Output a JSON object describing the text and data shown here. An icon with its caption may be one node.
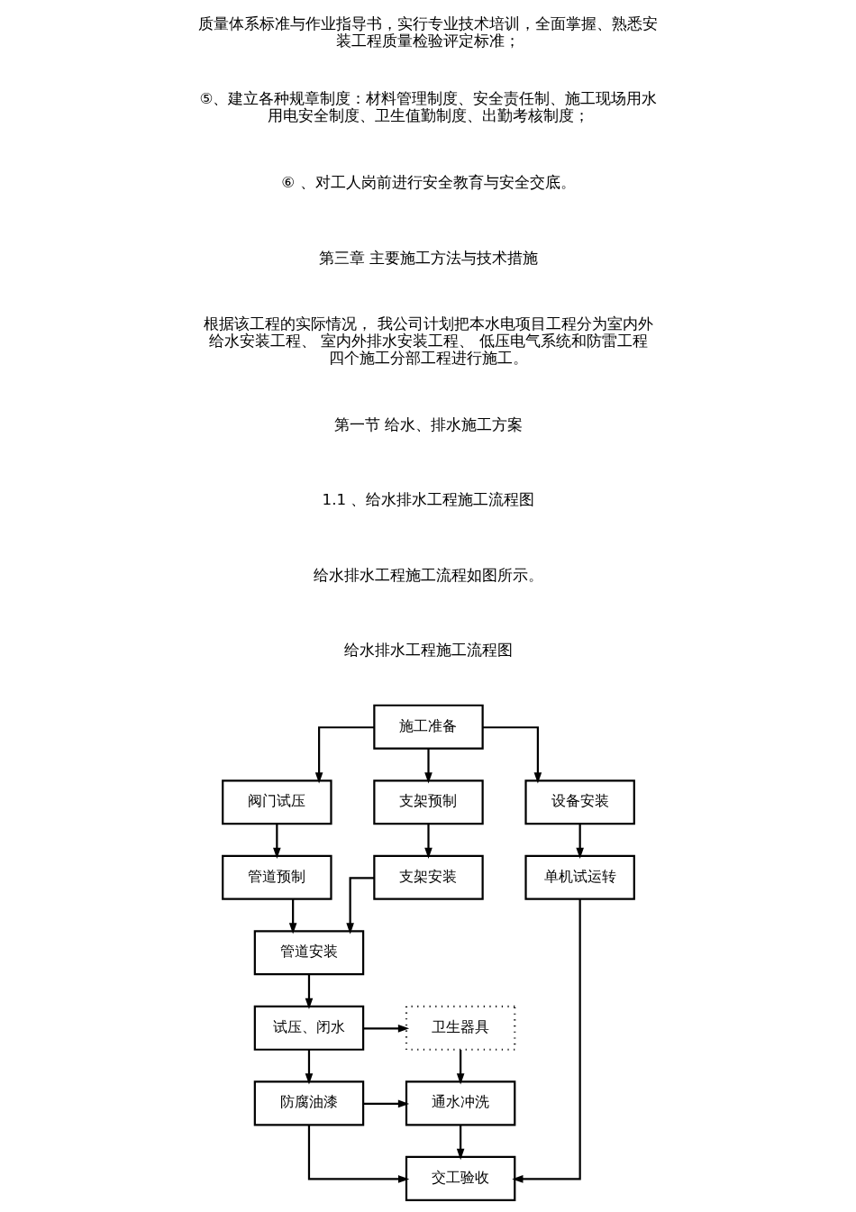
{
  "diagram": {
    "nodes": [
      {
        "text": [
          "施工准备"
        ]
      },
      {
        "text": [
          "阀门试压"
        ]
      },
      {
        "text": [
          "支架预制"
        ]
      },
      {
        "text": [
          "设备安装"
        ]
      },
      {
        "text": [
          "管道预制"
        ]
      },
      {
        "text": [
          "支架安装"
        ]
      },
      {
        "text": [
          "单机试运转"
        ]
      },
      {
        "text": [
          "管道安装"
        ]
      },
      {
        "text": [
          "试压、闭水"
        ]
      },
      {
        "text": [
          "卫生器具"
        ]
      },
      {
        "text": [
          "防腐油漆"
        ]
      },
      {
        "text": [
          "通水冲洗"
        ]
      },
      {
        "text": [
          "交工验收"
        ]
      }
    ],
    "edges": [
      {
        "from": 0,
        "to": 1,
        "arrow": "to"
      },
      {
        "from": 0,
        "to": 2,
        "arrow": "to"
      },
      {
        "from": 0,
        "to": 3,
        "arrow": "to"
      },
      {
        "from": 1,
        "to": 4,
        "arrow": "to"
      },
      {
        "from": 2,
        "to": 5,
        "arrow": "to"
      },
      {
        "from": 3,
        "to": 6,
        "arrow": "to"
      },
      {
        "from": 4,
        "to": 7,
        "arrow": "to"
      },
      {
        "from": 5,
        "to": 7,
        "arrow": "to"
      },
      {
        "from": 7,
        "to": 8,
        "arrow": "to"
      },
      {
        "from": 8,
        "to": 9,
        "arrow": "to"
      },
      {
        "from": 9,
        "to": 11,
        "arrow": "to"
      },
      {
        "from": 8,
        "to": 10,
        "arrow": "to"
      },
      {
        "from": 10,
        "to": 11,
        "arrow": "to"
      },
      {
        "from": 10,
        "to": 12,
        "arrow": "to"
      },
      {
        "from": 11,
        "to": 12,
        "arrow": "to"
      },
      {
        "from": 6,
        "to": 12,
        "arrow": "to"
      }
    ],
    "labels": [
      "质量体系标准与作业指导书，实行专业技术培训，全面掌握、熟悉安装工程质量检验评定标准；",
      "⑤、建立各种规章制度：材料管理制度、安全责任制、施工现场用水用电安全制度、卫生值勤制度、出勤考核制度；",
      "⑥ 、对工人岗前进行安全教育与安全交底。",
      "第三章 主要施工方法与技术措施",
      "根据该工程的实际情况， 我公司计划把本水电项目工程分为室内外给水安装工程、 室内外排水安装工程、 低压电气系统和防雷工程四个施工分部工程进行施工。",
      "第一节 给水、排水施工方案",
      "1.1 、给水排水工程施工流程图",
      "给水排水工程施工流程如图所示。",
      "给水排水工程施工流程图"
    ]
  }
}
